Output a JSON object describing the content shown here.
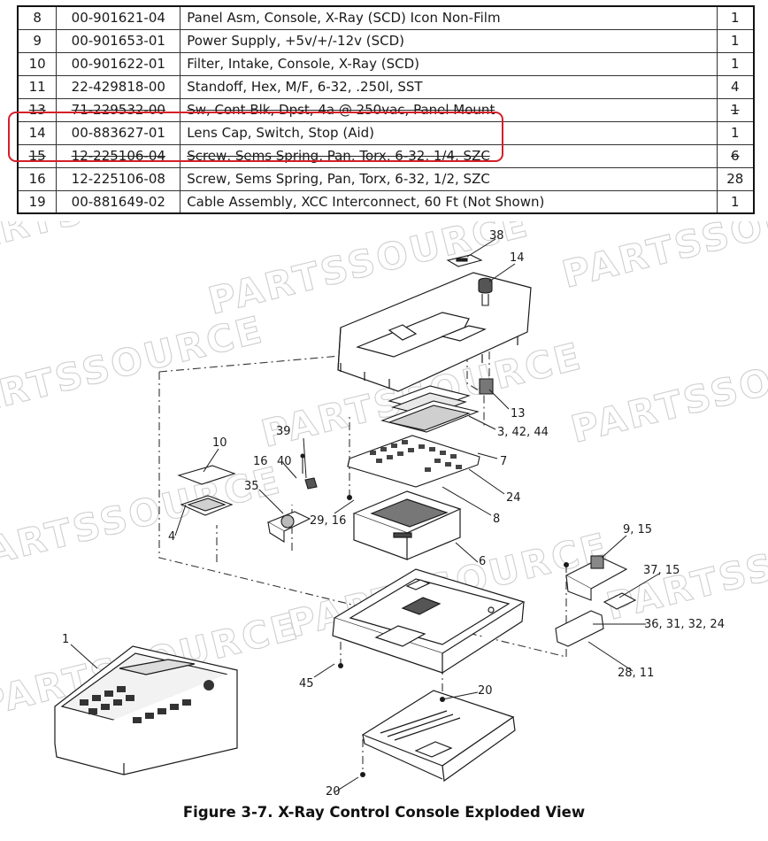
{
  "parts_table": {
    "rows": [
      {
        "item": "8",
        "part_number": "00-901621-04",
        "description": "Panel Asm, Console, X-Ray (SCD)  Icon Non-Film",
        "qty": "1",
        "struck": false
      },
      {
        "item": "9",
        "part_number": "00-901653-01",
        "description": "Power Supply, +5v/+/-12v  (SCD)",
        "qty": "1",
        "struck": false
      },
      {
        "item": "10",
        "part_number": "00-901622-01",
        "description": "Filter, Intake, Console, X-Ray (SCD)",
        "qty": "1",
        "struck": false
      },
      {
        "item": "11",
        "part_number": "22-429818-00",
        "description": "Standoff, Hex, M/F, 6-32, .250l, SST",
        "qty": "4",
        "struck": false
      },
      {
        "item": "13",
        "part_number": "71-229532-00",
        "description": "Sw, Cont Blk, Dpst, 4a @ 250vac, Panel Mount",
        "qty": "1",
        "struck": true
      },
      {
        "item": "14",
        "part_number": "00-883627-01",
        "description": "Lens Cap, Switch, Stop (Aid)",
        "qty": "1",
        "struck": false
      },
      {
        "item": "15",
        "part_number": "12-225106-04",
        "description": "Screw, Sems Spring, Pan, Torx, 6-32, 1/4, SZC",
        "qty": "6",
        "struck": true
      },
      {
        "item": "16",
        "part_number": "12-225106-08",
        "description": "Screw, Sems Spring, Pan, Torx, 6-32, 1/2, SZC",
        "qty": "28",
        "struck": false
      },
      {
        "item": "19",
        "part_number": "00-881649-02",
        "description": "Cable Assembly, XCC Interconnect, 60 Ft (Not Shown)",
        "qty": "1",
        "struck": false
      }
    ]
  },
  "highlight": {
    "color": "#d42028",
    "target_item": "14"
  },
  "callouts": {
    "c38": "38",
    "c14": "14",
    "c13": "13",
    "c3_42_44": "3, 42, 44",
    "c7": "7",
    "c24": "24",
    "c8": "8",
    "c39": "39",
    "c16_40_a": "16",
    "c16_40_b": "40",
    "c10": "10",
    "c35": "35",
    "c29_16": "29, 16",
    "c4": "4",
    "c6": "6",
    "c9_15": "9, 15",
    "c37_15": "37, 15",
    "c36_31_32_24": "36, 31, 32, 24",
    "c28_11": "28, 11",
    "c1": "1",
    "c45": "45",
    "c20_top": "20",
    "c20_bottom": "20"
  },
  "watermark": {
    "text": "PARTSSOURCE",
    "registered": "®"
  },
  "figure_caption": "Figure 3-7. X-Ray Control Console Exploded View"
}
